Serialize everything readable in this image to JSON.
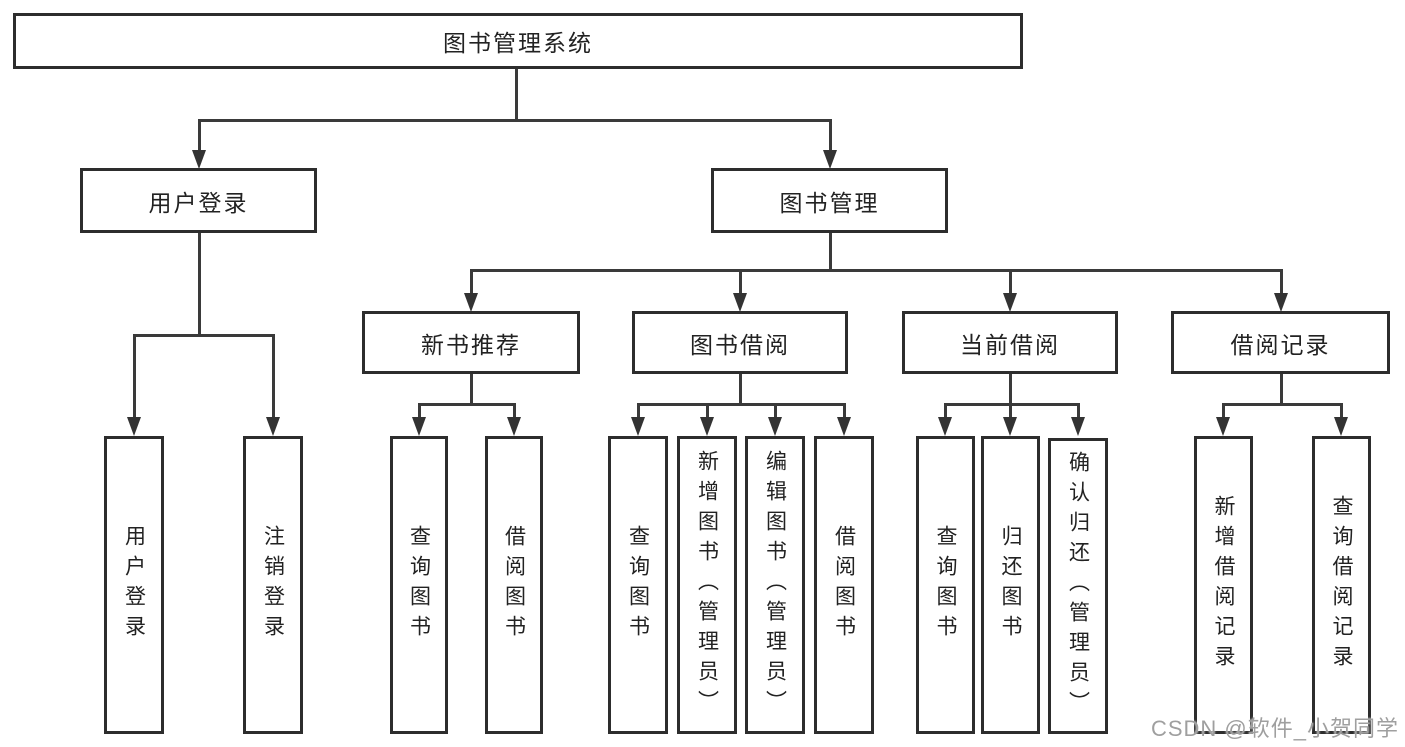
{
  "tree": {
    "root": {
      "label": "图书管理系统",
      "children": [
        {
          "label": "用户登录",
          "children": [
            {
              "label": "用户登录"
            },
            {
              "label": "注销登录"
            }
          ]
        },
        {
          "label": "图书管理",
          "children": [
            {
              "label": "新书推荐",
              "children": [
                {
                  "label": "查询图书"
                },
                {
                  "label": "借阅图书"
                }
              ]
            },
            {
              "label": "图书借阅",
              "children": [
                {
                  "label": "查询图书"
                },
                {
                  "label": "新增图书（管理员）"
                },
                {
                  "label": "编辑图书（管理员）"
                },
                {
                  "label": "借阅图书"
                }
              ]
            },
            {
              "label": "当前借阅",
              "children": [
                {
                  "label": "查询图书"
                },
                {
                  "label": "归还图书"
                },
                {
                  "label": "确认归还（管理员）"
                }
              ]
            },
            {
              "label": "借阅记录",
              "children": [
                {
                  "label": "新增借阅记录"
                },
                {
                  "label": "查询借阅记录"
                }
              ]
            }
          ]
        }
      ]
    }
  },
  "watermark": {
    "text": "CSDN @软件_小贺同学"
  },
  "colors": {
    "line": "#3a3a3a",
    "box_border": "#2d2d2d",
    "text": "#222222",
    "watermark": "#9f9f9f",
    "background": "#ffffff"
  }
}
